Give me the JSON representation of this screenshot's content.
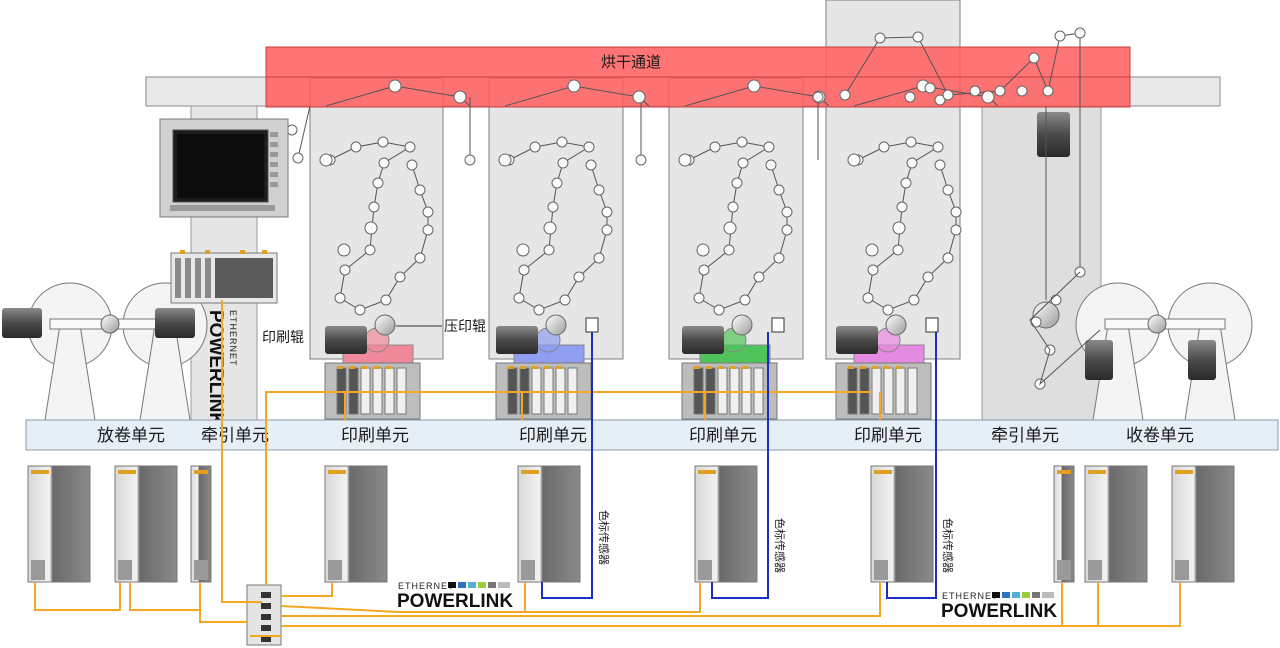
{
  "title": "烘干通道",
  "labels": {
    "print_roller": "印刷辊",
    "impression_roller": "压印辊",
    "color_sensor": "色标传感器"
  },
  "units": [
    "放卷单元",
    "牵引单元",
    "印刷单元",
    "印刷单元",
    "印刷单元",
    "印刷单元",
    "牵引单元",
    "收卷单元"
  ],
  "brand": {
    "top": "ETHERNET",
    "main": "POWERLINK"
  },
  "colors": {
    "dryer": "#ff6a6a",
    "cable": "#f5a623",
    "sensor_cable": "#1a2fc0",
    "print_units": [
      "#f08a9a",
      "#8f9ef0",
      "#4fc45a",
      "#e48ae0"
    ]
  }
}
